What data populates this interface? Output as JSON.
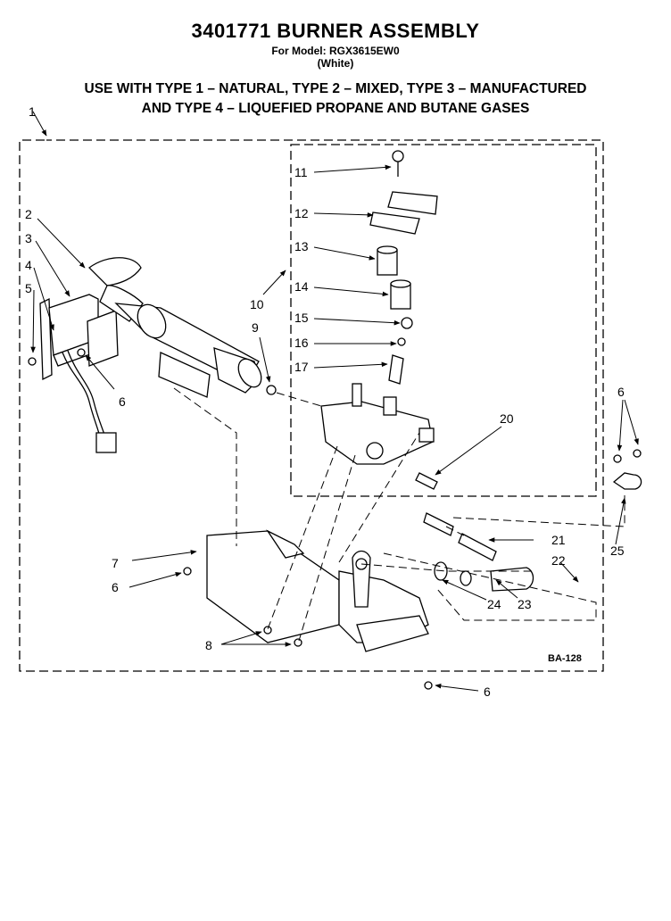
{
  "header": {
    "title": "3401771 BURNER ASSEMBLY",
    "model": "For Model: RGX3615EW0",
    "color": "(White)",
    "usage_line1": "USE WITH TYPE 1 – NATURAL, TYPE 2 – MIXED, TYPE 3 – MANUFACTURED",
    "usage_line2": "AND TYPE 4 – LIQUEFIED PROPANE AND BUTANE GASES"
  },
  "callouts": {
    "c1": "1",
    "c2": "2",
    "c3": "3",
    "c4": "4",
    "c5": "5",
    "c6a": "6",
    "c6b": "6",
    "c6c": "6",
    "c6d": "6",
    "c7": "7",
    "c8": "8",
    "c9": "9",
    "c10": "10",
    "c11": "11",
    "c12": "12",
    "c13": "13",
    "c14": "14",
    "c15": "15",
    "c16": "16",
    "c17": "17",
    "c20": "20",
    "c21": "21",
    "c22": "22",
    "c23": "23",
    "c24": "24",
    "c25": "25"
  },
  "diagram_code": "BA-128"
}
